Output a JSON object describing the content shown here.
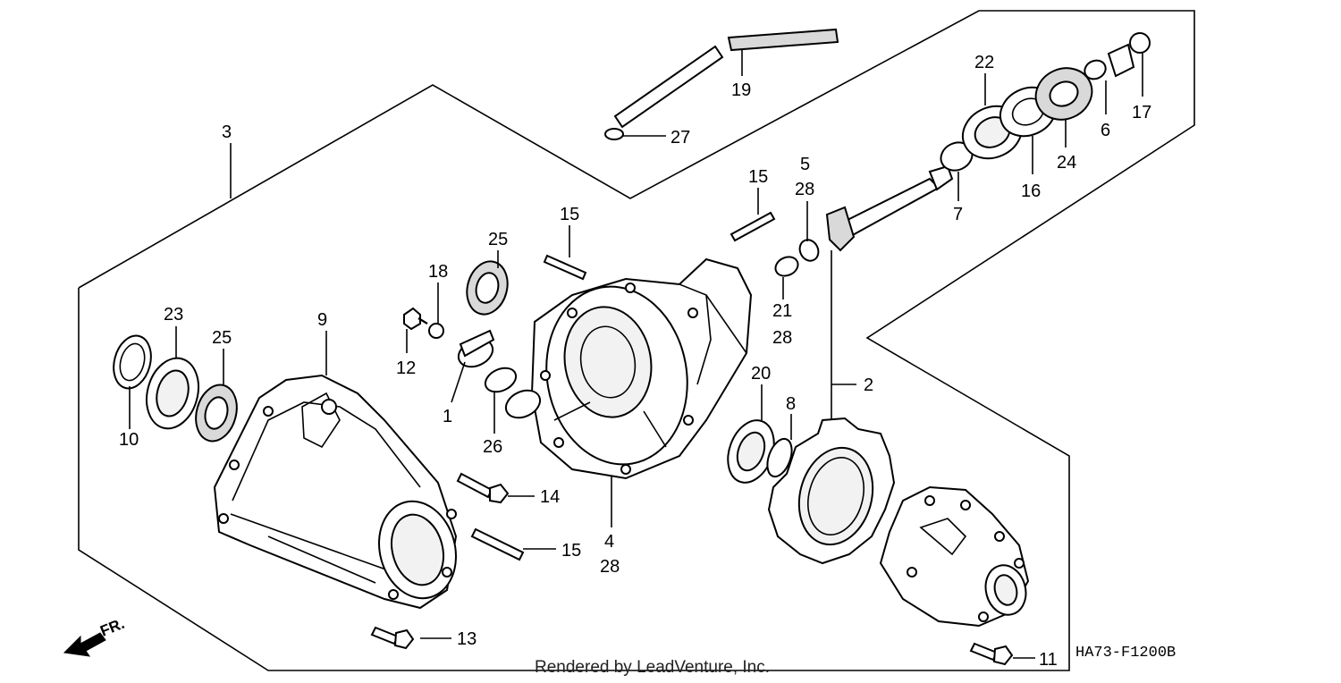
{
  "diagram": {
    "code": "HA73-F1200B",
    "footer": "Rendered by LeadVenture, Inc.",
    "direction": "FR.",
    "callouts": {
      "c1": "1",
      "c2": "2",
      "c3": "3",
      "c4": "4",
      "c5": "5",
      "c6": "6",
      "c7": "7",
      "c8": "8",
      "c9": "9",
      "c10": "10",
      "c11": "11",
      "c12": "12",
      "c13": "13",
      "c14": "14",
      "c15a": "15",
      "c15b": "15",
      "c15c": "15",
      "c16": "16",
      "c17": "17",
      "c18": "18",
      "c19": "19",
      "c20": "20",
      "c21": "21",
      "c22": "22",
      "c23": "23",
      "c24": "24",
      "c25a": "25",
      "c25b": "25",
      "c26": "26",
      "c27": "27",
      "c28a": "28",
      "c28b": "28",
      "c28c": "28"
    }
  }
}
